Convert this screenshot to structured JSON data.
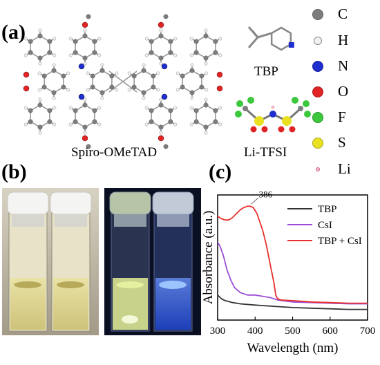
{
  "panel_a": {
    "label": "(a)",
    "molecules": {
      "spiro": "Spiro-OMeTAD",
      "tbp": "TBP",
      "litfsi": "Li-TFSI"
    },
    "atom_legend": [
      {
        "symbol": "C",
        "color": "#7d7d7d"
      },
      {
        "symbol": "H",
        "color": "#f2f2f2"
      },
      {
        "symbol": "N",
        "color": "#1f2fcf"
      },
      {
        "symbol": "O",
        "color": "#e02424"
      },
      {
        "symbol": "F",
        "color": "#3cc83c"
      },
      {
        "symbol": "S",
        "color": "#e8e020"
      },
      {
        "symbol": "Li",
        "color": "#f4b8c8"
      }
    ]
  },
  "panel_b": {
    "label": "(b)"
  },
  "panel_c": {
    "label": "(c)"
  },
  "chart_data": {
    "type": "line",
    "xlabel": "Wavelength (nm)",
    "ylabel": "Absorbance (a.u.)",
    "xlim": [
      300,
      700
    ],
    "xticks": [
      300,
      400,
      500,
      600,
      700
    ],
    "y_ticks_shown": false,
    "legend_position": "top-right",
    "annotation": {
      "text": "386",
      "x": 386
    },
    "series": [
      {
        "name": "TBP",
        "color": "#333333",
        "x": [
          300,
          310,
          320,
          340,
          360,
          400,
          450,
          500,
          550,
          600,
          650,
          700
        ],
        "y": [
          0.2,
          0.17,
          0.155,
          0.14,
          0.13,
          0.12,
          0.11,
          0.1,
          0.095,
          0.09,
          0.085,
          0.085
        ]
      },
      {
        "name": "CsI",
        "color": "#9a4fd6",
        "x": [
          300,
          305,
          315,
          325,
          335,
          345,
          360,
          380,
          400,
          420,
          440,
          460,
          500,
          550,
          600,
          650,
          700
        ],
        "y": [
          0.62,
          0.6,
          0.52,
          0.4,
          0.32,
          0.26,
          0.22,
          0.2,
          0.2,
          0.19,
          0.18,
          0.16,
          0.145,
          0.14,
          0.135,
          0.13,
          0.13
        ]
      },
      {
        "name": "TBP + CsI",
        "color": "#e8302c",
        "x": [
          300,
          310,
          320,
          330,
          340,
          350,
          360,
          370,
          380,
          386,
          395,
          405,
          420,
          430,
          440,
          450,
          455,
          460,
          470,
          500,
          550,
          600,
          650,
          700
        ],
        "y": [
          0.83,
          0.81,
          0.8,
          0.8,
          0.82,
          0.85,
          0.88,
          0.9,
          0.91,
          0.91,
          0.9,
          0.85,
          0.72,
          0.6,
          0.45,
          0.3,
          0.2,
          0.17,
          0.16,
          0.155,
          0.145,
          0.14,
          0.135,
          0.135
        ]
      }
    ]
  }
}
